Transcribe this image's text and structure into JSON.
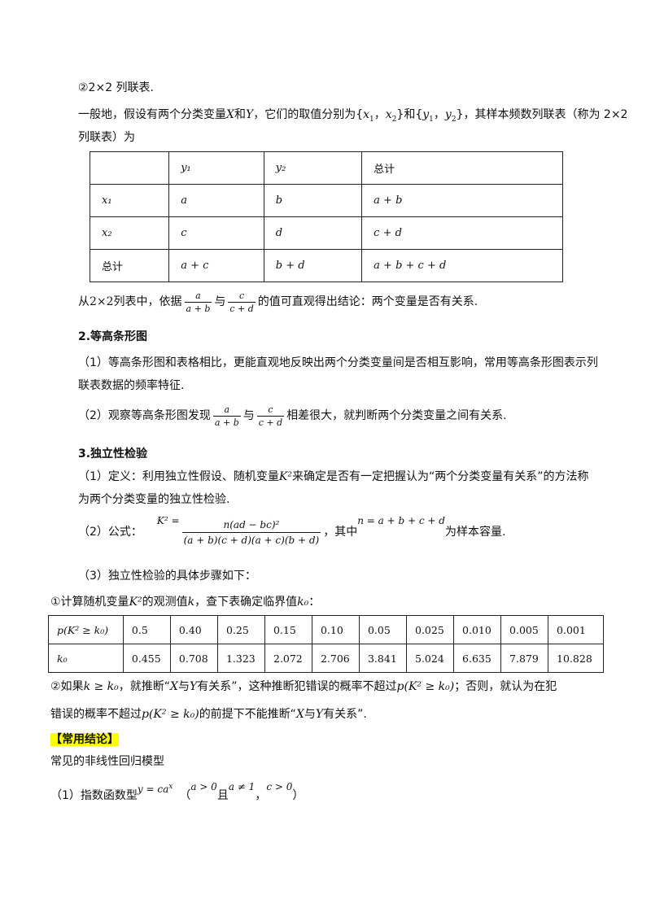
{
  "heading_2x2": "②2×2 列联表.",
  "intro_line1_pre": "一般地，假设有两个分类变量",
  "var_X": "X",
  "and_word": "和",
  "var_Y": "Y",
  "intro_line1_mid": "，它们的取值分别为{",
  "x1": "x",
  "x_sub1": "1",
  "comma": "，",
  "x_sub2": "2",
  "set_close_and": "}和{",
  "y1": "y",
  "y_sub1": "1",
  "y_sub2": "2",
  "intro_line1_post": "}，其样本频数列联表（称为 2×2",
  "intro_line2": "列联表）为",
  "table1": {
    "header": [
      "",
      "y₁",
      "y₂",
      "总计"
    ],
    "rows": [
      [
        "x₁",
        "a",
        "b",
        "a + b"
      ],
      [
        "x₂",
        "c",
        "d",
        "c + d"
      ],
      [
        "总计",
        "a + c",
        "b + d",
        "a + b + c + d"
      ]
    ]
  },
  "conclude_pre": "从",
  "conclude_2x2": "2×2",
  "conclude_mid1": "列表中，依据",
  "frac1_num": "a",
  "frac1_den": "a + b",
  "yu": "与",
  "frac2_num": "c",
  "frac2_den": "c + d",
  "conclude_post": "的值可直观得出结论：两个变量是否有关系.",
  "sec2_title": "2.等高条形图",
  "sec2_p1_line1": "（1）等高条形图和表格相比，更能直观地反映出两个分类变量间是否相互影响，常用等高条形图表示列",
  "sec2_p1_line2": "联表数据的频率特征.",
  "sec2_p2_pre": "（2）观察等高条形图发现",
  "sec2_p2_post": "相差很大，就判断两个分类变量之间有关系.",
  "sec3_title": "3.独立性检验",
  "sec3_def_pre": "（1）定义：利用独立性假设、随机变量",
  "K2": "K²",
  "sec3_def_post": "来确定是否有一定把握认为“两个分类变量有关系”的方法称",
  "sec3_def_line2": "为两个分类变量的独立性检验.",
  "formula_label": "（2）公式：",
  "formula_lhs": "K² =",
  "formula_num": "n(ad − bc)²",
  "formula_den": "(a + b)(c + d)(a + c)(b + d)",
  "formula_where": "，其中",
  "formula_n": "n = a + b + c + d",
  "formula_post": "为样本容量.",
  "steps_title": "（3）独立性检验的具体步骤如下：",
  "step1_pre": "①计算随机变量",
  "step1_mid": "的观测值",
  "step1_k": "k",
  "step1_mid2": "，查下表确定临界值",
  "step1_k0": "k₀",
  "step1_post": "：",
  "table2": {
    "row1_label": "p(K² ≥ k₀)",
    "row1": [
      "0.5",
      "0.40",
      "0.25",
      "0.15",
      "0.10",
      "0.05",
      "0.025",
      "0.010",
      "0.005",
      "0.001"
    ],
    "row2_label": "k₀",
    "row2": [
      "0.455",
      "0.708",
      "1.323",
      "2.072",
      "2.706",
      "3.841",
      "5.024",
      "6.635",
      "7.879",
      "10.828"
    ]
  },
  "step2_pre": "②如果",
  "step2_cond": "k ≥ k₀",
  "step2_mid": "，就推断“",
  "step2_X": "X",
  "step2_Y": "Y",
  "step2_mid2": "有关系”，这种推断犯错误的概率不超过",
  "step2_p": "p(K² ≥ k₀)",
  "step2_post": "；否则，就认为在犯",
  "step2_line2_pre": "错误的概率不超过",
  "step2_line2_mid": "的前提下不能推断“",
  "step2_line2_post": "有关系”.",
  "common_title": "【常用结论】",
  "nonlinear_title": "常见的非线性回归模型",
  "exp_model_pre": "（1）指数函数型",
  "exp_formula": "y = ca",
  "exp_sup": "x",
  "exp_paren_open": "（",
  "exp_cond1": "a > 0",
  "exp_and": "且",
  "exp_cond2": "a ≠ 1",
  "exp_cond3": "c > 0",
  "exp_paren_close": "）"
}
